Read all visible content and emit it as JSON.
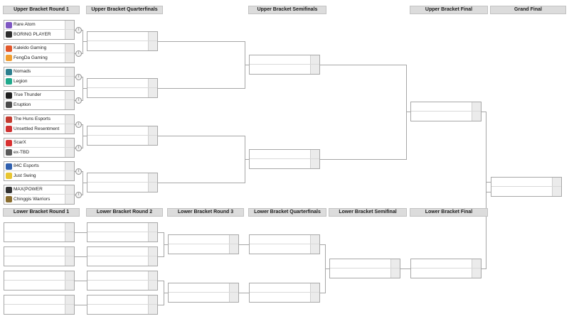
{
  "colors": {
    "header_bg": "#dcdcdc",
    "match_border": "#a8a8a8",
    "score_cell_bg": "#ebebeb",
    "connector_line": "#a6a6a6"
  },
  "headers": {
    "upper_round1": "Upper Bracket Round 1",
    "upper_quarterfinals": "Upper Bracket Quarterfinals",
    "upper_semifinals": "Upper Bracket Semifinals",
    "upper_final": "Upper Bracket Final",
    "grand_final": "Grand Final",
    "lower_round1": "Lower Bracket Round 1",
    "lower_round2": "Lower Bracket Round 2",
    "lower_round3": "Lower Bracket Round 3",
    "lower_quarterfinals": "Lower Bracket Quarterfinals",
    "lower_semifinal": "Lower Bracket Semifinal",
    "lower_final": "Lower Bracket Final"
  },
  "info_icon": {
    "glyph": "i"
  },
  "upper_round1_matches": [
    {
      "top": {
        "name": "Rare Atom",
        "logo_color": "#7e57c2",
        "score": ""
      },
      "bottom": {
        "name": "BORING PLAYER",
        "logo_color": "#2e2e2e",
        "score": ""
      }
    },
    {
      "top": {
        "name": "Kaleido Gaming",
        "logo_color": "#e2572a",
        "score": ""
      },
      "bottom": {
        "name": "FengDa Gaming",
        "logo_color": "#f09d2f",
        "score": ""
      }
    },
    {
      "top": {
        "name": "Nomads",
        "logo_color": "#2c7f8e",
        "score": ""
      },
      "bottom": {
        "name": "Legion",
        "logo_color": "#1fa98c",
        "score": ""
      }
    },
    {
      "top": {
        "name": "True Thunder",
        "logo_color": "#1f1f1f",
        "score": ""
      },
      "bottom": {
        "name": "Eruption",
        "logo_color": "#4a4a4a",
        "score": ""
      }
    },
    {
      "top": {
        "name": "The Huns Esports",
        "logo_color": "#c43a2f",
        "score": ""
      },
      "bottom": {
        "name": "Unsettled Resentment",
        "logo_color": "#cf3333",
        "score": ""
      }
    },
    {
      "top": {
        "name": "ScarX",
        "logo_color": "#d83030",
        "score": ""
      },
      "bottom": {
        "name": "ex-TBD",
        "logo_color": "#5a5a5a",
        "score": ""
      }
    },
    {
      "top": {
        "name": "84C Esports",
        "logo_color": "#2f5fae",
        "score": ""
      },
      "bottom": {
        "name": "Just Swing",
        "logo_color": "#e8c530",
        "score": ""
      }
    },
    {
      "top": {
        "name": "MAX(POWER",
        "logo_color": "#333333",
        "score": ""
      },
      "bottom": {
        "name": "Chinggis Warriors",
        "logo_color": "#8a6d2f",
        "score": ""
      }
    }
  ]
}
